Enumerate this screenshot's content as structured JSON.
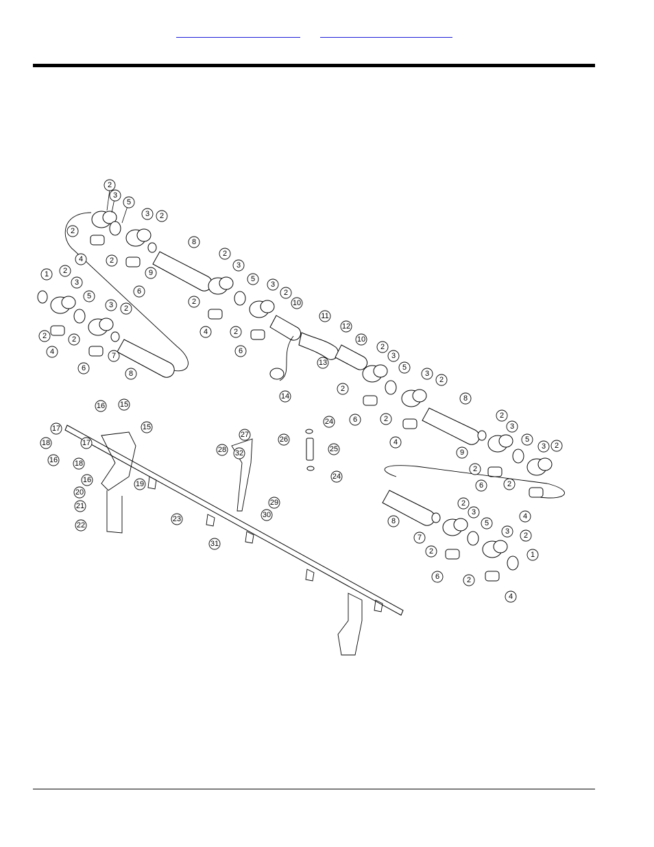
{
  "header": {
    "links": [
      {
        "label": ""
      },
      {
        "label": ""
      }
    ]
  },
  "diagram": {
    "callouts": [
      "1",
      "2",
      "3",
      "4",
      "5",
      "6",
      "7",
      "8",
      "9",
      "10",
      "11",
      "12",
      "13",
      "14",
      "15",
      "16",
      "17",
      "18",
      "19",
      "20",
      "21",
      "22",
      "23",
      "24",
      "25",
      "26",
      "27",
      "28",
      "29",
      "30",
      "31",
      "32"
    ]
  }
}
